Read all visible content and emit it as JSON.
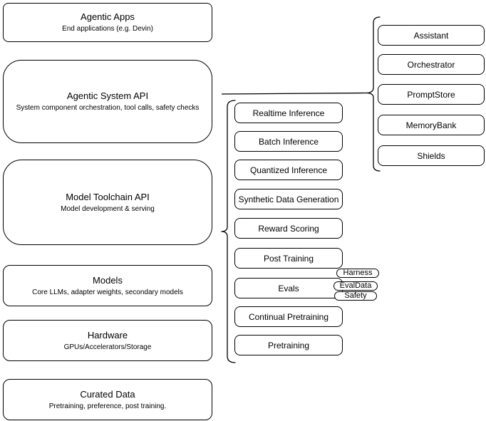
{
  "diagram": {
    "background_color": "#ffffff",
    "line_color": "#000000",
    "text_color": "#000000"
  },
  "stack": {
    "boxes": [
      {
        "title": "Agentic Apps",
        "subtitle": "End applications (e.g. Devin)"
      },
      {
        "title": "Agentic System API",
        "subtitle": "System component orchestration, tool calls, safety checks"
      },
      {
        "title": "Model Toolchain API",
        "subtitle": "Model development & serving"
      },
      {
        "title": "Models",
        "subtitle": "Core LLMs, adapter weights, secondary models"
      },
      {
        "title": "Hardware",
        "subtitle": "GPUs/Accelerators/Storage"
      },
      {
        "title": "Curated Data",
        "subtitle": "Pretraining, preference, post training."
      }
    ]
  },
  "toolchain": {
    "items": [
      "Realtime Inference",
      "Batch Inference",
      "Quantized Inference",
      "Synthetic Data Generation",
      "Reward Scoring",
      "Post Training",
      "Evals",
      "Continual Pretraining",
      "Pretraining"
    ],
    "evals_tags": [
      "Harness",
      "EvalData",
      "Safety"
    ]
  },
  "system_components": {
    "items": [
      "Assistant",
      "Orchestrator",
      "PromptStore",
      "MemoryBank",
      "Shields"
    ]
  }
}
